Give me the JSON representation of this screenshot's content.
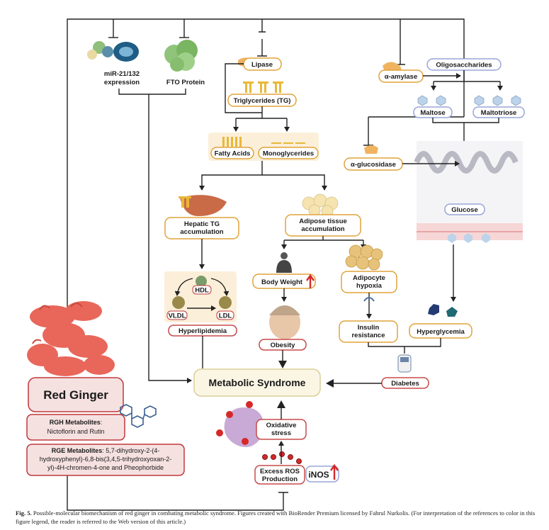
{
  "nodes": {
    "mir": [
      "miR-21/132",
      "expression"
    ],
    "fto": "FTO Protein",
    "lipase": "Lipase",
    "tg": "Triglycerides (TG)",
    "fatty_acids": "Fatty Acids",
    "monoglycerides": "Monoglycerides",
    "amylase": "α-amylase",
    "oligosaccharides": "Oligosaccharides",
    "maltose": "Maltose",
    "maltotriose": "Maltotriose",
    "glucosidase": "α-glucosidase",
    "glucose": "Glucose",
    "hepatic": [
      "Hepatic TG",
      "accumulation"
    ],
    "adipose": [
      "Adipose tissue",
      "accumulation"
    ],
    "hdl": "HDL",
    "vldl": "VLDL",
    "ldl": "LDL",
    "hyperlipidemia": "Hyperlipidemia",
    "body_weight": "Body Weight",
    "adipocyte": [
      "Adipocyte",
      "hypoxia"
    ],
    "obesity": "Obesity",
    "insulin": [
      "Insulin",
      "resistance"
    ],
    "hyperglycemia": "Hyperglycemia",
    "diabetes": "Diabetes",
    "metabolic": "Metabolic Syndrome",
    "red_ginger": "Red Ginger",
    "rgh_title": "RGH Metabolites",
    "rgh_text": [
      "Nictoflorin and Rutin"
    ],
    "rge_title": "RGE Metabolites",
    "rge_text": [
      "5,7-dihydroxy-2-(4-",
      "hydroxyphenyl)-6,8-bis(3,4,5-trihydroxyoxan-2-",
      "yl)-4H-chromen-4-one and Pheophorbide"
    ],
    "oxidative": [
      "Oxidative",
      "stress"
    ],
    "ros": [
      "Excess ROS",
      "Production"
    ],
    "inos": "iNOS"
  },
  "caption": {
    "label": "Fig. 5.",
    "text": "Possible-molecular biomechanism of red ginger in combating metabolic syndrome. Figures created with BioRender Premium licensed by Fahrul Nurkolis. (For interpretation of the references to color in this figure legend, the reader is referred to the Web version of this article.)"
  },
  "colors": {
    "border_orange": "#e0a33a",
    "ginger_red": "#e8675a",
    "box_pink": "#f6e1e1",
    "box_red_stroke": "#c0393b",
    "metabolic_fill": "#fbf6e4",
    "increase_arrow": "#d62828"
  }
}
